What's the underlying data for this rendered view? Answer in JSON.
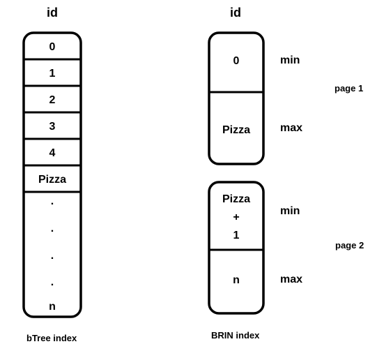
{
  "btree": {
    "header": "id",
    "cells": [
      "0",
      "1",
      "2",
      "3",
      "4",
      "Pizza"
    ],
    "ellipsis": ".",
    "last": "n",
    "caption": "bTree index"
  },
  "brin": {
    "header": "id",
    "page1": {
      "top": "0",
      "bottom": "Pizza",
      "top_label": "min",
      "bottom_label": "max",
      "page_label": "page 1"
    },
    "page2": {
      "top_lines": [
        "Pizza",
        "+",
        "1"
      ],
      "bottom": "n",
      "top_label": "min",
      "bottom_label": "max",
      "page_label": "page 2"
    },
    "caption": "BRIN index"
  }
}
